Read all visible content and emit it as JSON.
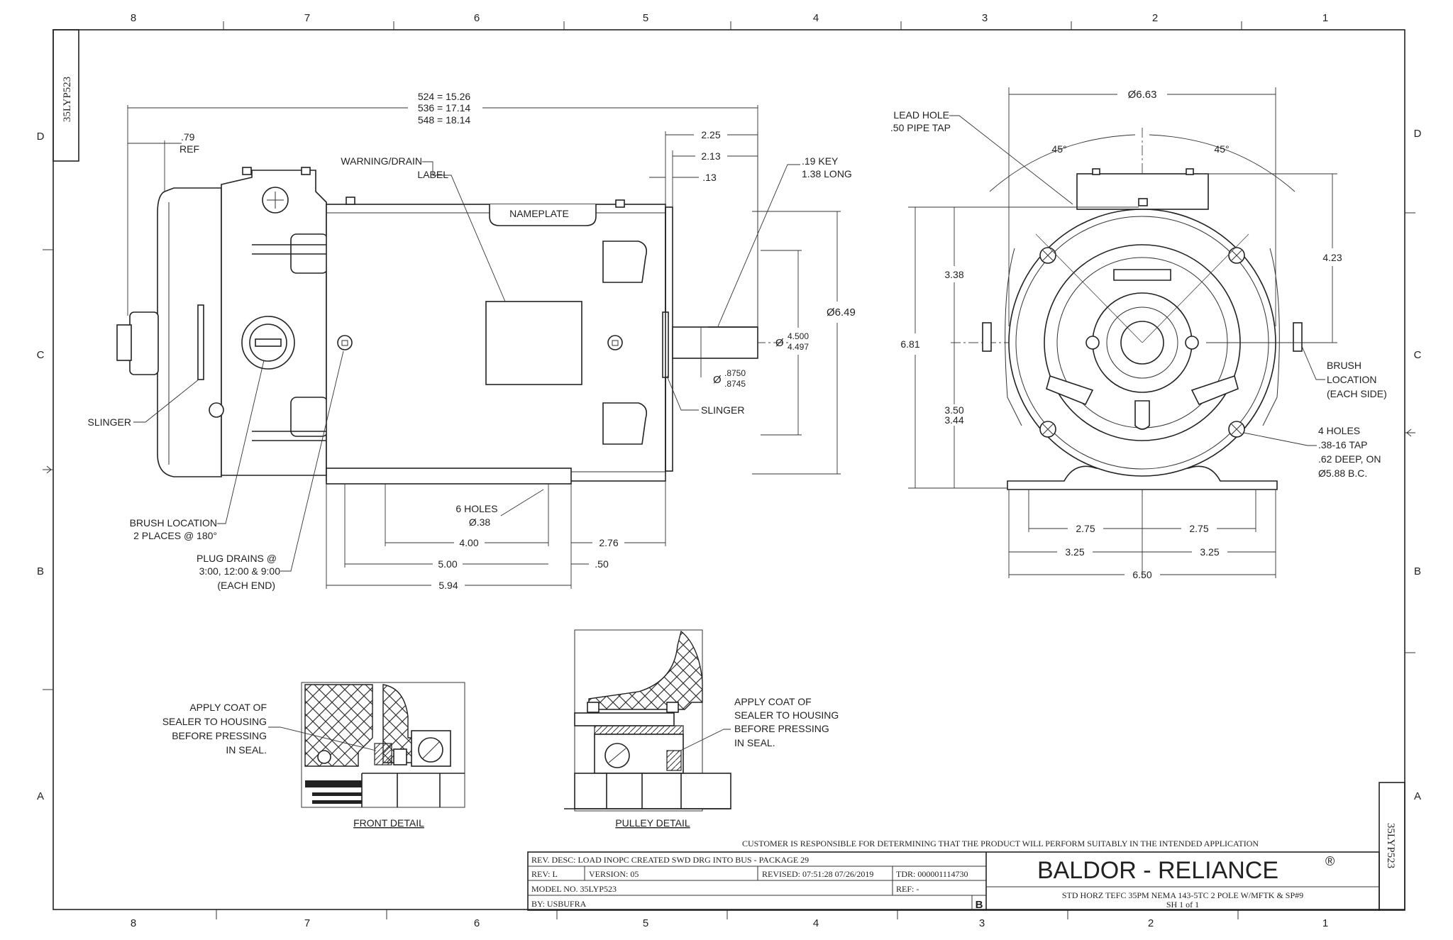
{
  "border": {
    "cols_top": [
      "8",
      "7",
      "6",
      "5",
      "4",
      "3",
      "2",
      "1"
    ],
    "cols_bottom": [
      "8",
      "7",
      "6",
      "5",
      "4",
      "3",
      "2",
      "1"
    ],
    "rows": [
      "D",
      "C",
      "B",
      "A"
    ]
  },
  "corner_tag": "35LYP523",
  "side_view": {
    "overall_len_1": "524 = 15.26",
    "overall_len_2": "536 = 17.14",
    "overall_len_3": "548 = 18.14",
    "ref_val": ".79",
    "ref_label": "REF",
    "warning_label_1": "WARNING/DRAIN",
    "warning_label_2": "LABEL",
    "nameplate": "NAMEPLATE",
    "dim_225": "2.25",
    "dim_213": "2.13",
    "dim_13": ".13",
    "key_1": ".19 KEY",
    "key_2": "1.38 LONG",
    "dia_649": "Ø6.49",
    "dia_4500": "4.500",
    "dia_4497": "4.497",
    "dia_sym": "Ø",
    "dia_8750": ".8750",
    "dia_8745": ".8745",
    "slinger_right": "SLINGER",
    "slinger_left": "SLINGER",
    "holes_1": "6 HOLES",
    "holes_2": "Ø.38",
    "dim_400": "4.00",
    "dim_276": "2.76",
    "dim_500": "5.00",
    "dim_50": ".50",
    "dim_594": "5.94",
    "brush_1": "BRUSH LOCATION",
    "brush_2": "2 PLACES @ 180°",
    "plug_1": "PLUG DRAINS @",
    "plug_2": "3:00, 12:00 & 9:00",
    "plug_3": "(EACH END)"
  },
  "end_view": {
    "dia_663": "Ø6.63",
    "lead_1": "LEAD HOLE",
    "lead_2": ".50 PIPE TAP",
    "ang_l": "45°",
    "ang_r": "45°",
    "dim_338": "3.38",
    "dim_423": "4.23",
    "dim_681": "6.81",
    "dim_350": "3.50",
    "dim_344": "3.44",
    "brush_1": "BRUSH",
    "brush_2": "LOCATION",
    "brush_3": "(EACH SIDE)",
    "holes_1": "4 HOLES",
    "holes_2": ".38-16 TAP",
    "holes_3": ".62 DEEP, ON",
    "holes_4": "Ø5.88 B.C.",
    "dim_275a": "2.75",
    "dim_275b": "2.75",
    "dim_325a": "3.25",
    "dim_325b": "3.25",
    "dim_650": "6.50"
  },
  "front_detail": {
    "note_1": "APPLY COAT OF",
    "note_2": "SEALER TO HOUSING",
    "note_3": "BEFORE PRESSING",
    "note_4": "IN SEAL.",
    "title": "FRONT DETAIL"
  },
  "pulley_detail": {
    "note_1": "APPLY COAT OF",
    "note_2": "SEALER TO HOUSING",
    "note_3": "BEFORE PRESSING",
    "note_4": "IN SEAL.",
    "title": "PULLEY DETAIL"
  },
  "title_block": {
    "disclaimer": "CUSTOMER IS RESPONSIBLE FOR DETERMINING THAT THE PRODUCT WILL PERFORM SUITABLY IN THE INTENDED APPLICATION",
    "rev_desc": "REV. DESC: LOAD INOPC CREATED SWD DRG INTO BUS - PACKAGE 29",
    "rev": "REV:  L",
    "version": "VERSION:  05",
    "revised": "REVISED:  07:51:28 07/26/2019",
    "tdr": "TDR: 000001114730",
    "model": "MODEL NO.  35LYP523",
    "ref": "REF:  -",
    "by": "BY: USBUFRA",
    "size": "B",
    "company": "BALDOR - RELIANCE",
    "reg": "®",
    "desc": "STD HORZ TEFC 35PM NEMA 143-5TC 2 POLE W/MFTK & SP#9",
    "sheet": "SH 1 of 1"
  }
}
